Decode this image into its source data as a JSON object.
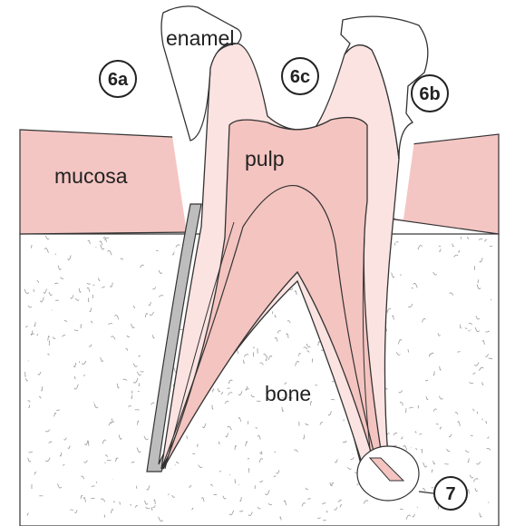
{
  "labels": {
    "enamel": "enamel",
    "mucosa": "mucosa",
    "pulp": "pulp",
    "bone": "bone"
  },
  "markers": {
    "m6a": "6a",
    "m6b": "6b",
    "m6c": "6c",
    "m7": "7"
  },
  "colors": {
    "mucosa": "#f4c6c3",
    "crown": "#fbe3e1",
    "pulp": "#f4c4c0",
    "cementum": "#bdbdbd",
    "outline": "#333333",
    "bone_speckle": "#9a9a9a"
  }
}
